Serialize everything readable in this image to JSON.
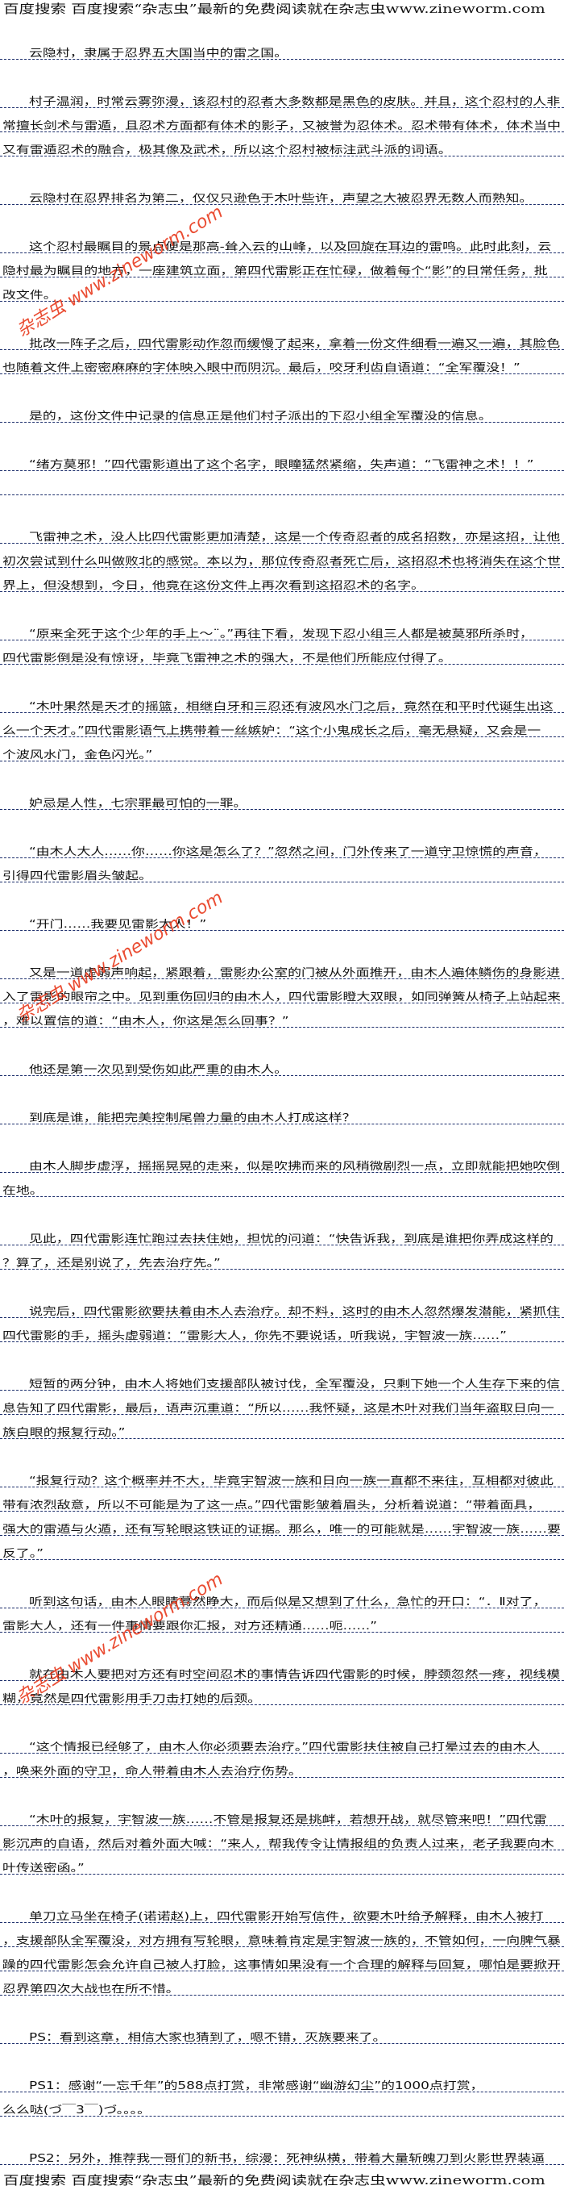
{
  "banner": "百度搜索 百度搜索“杂志虫”最新的免费阅读就在杂志虫www.zineworm.com",
  "watermark": "杂志虫 www.zineworm.com",
  "colors": {
    "rule": "#1b2d6b",
    "watermark": "#e8391c"
  },
  "paragraphs": [
    [
      "云隐村，隶属于忍界五大国当中的雷之国。"
    ],
    [
      "村子温润，时常云雾弥漫，该忍村的忍者大多数都是黑色的皮肤。并且，这个忍村的人非",
      "常擅长剑术与雷遁，且忍术方面都有体术的影子，又被誉为忍体术。忍术带有体术，体术当中",
      "又有雷遁忍术的融合，极其像及武术，所以这个忍村被标注武斗派的词语。"
    ],
    [
      "云隐村在忍界排名为第二，仅仅只逊色于木叶些许，声望之大被忍界无数人而熟知。"
    ],
    [
      "这个忍村最瞩目的景点便是那高-耸入云的山峰，以及回旋在耳边的雷鸣。此时此刻，云",
      "隐村最为瞩目的地方，一座建筑立面，第四代雷影正在忙碌，做着每个“影”的日常任务，批",
      "改文件。"
    ],
    [
      "批改一阵子之后，四代雷影动作忽而缓慢了起来，拿着一份文件细看一遍又一遍，其脸色",
      "也随着文件上密密麻麻的字体映入眼中而阴沉。最后，咬牙利齿自语道：“全军覆没！”"
    ],
    [
      "是的，这份文件中记录的信息正是他们村子派出的下忍小组全军覆没的信息。"
    ],
    [
      "“绪方莫邪！”四代雷影道出了这个名字，眼瞳猛然紧缩，失声道：“飞雷神之术！！”",
      ""
    ],
    [
      "飞雷神之术，没人比四代雷影更加清楚，这是一个传奇忍者的成名招数，亦是这招，让他",
      "初次尝试到什么叫做败北的感觉。本以为，那位传奇忍者死亡后，这招忍术也将消失在这个世",
      "界上，但没想到，今日，他竟在这份文件上再次看到这招忍术的名字。"
    ],
    [
      "“原来全死于这个少年的手上～¨。”再往下看，发现下忍小组三人都是被莫邪所杀时，",
      "四代雷影倒是没有惊讶，毕竟飞雷神之术的强大，不是他们所能应付得了。"
    ],
    [
      "“木叶果然是天才的摇篮，相继白牙和三忍还有波风水门之后，竟然在和平时代诞生出这",
      "么一个天才。”四代雷影语气上携带着一丝嫉妒：“这个小鬼成长之后，毫无悬疑，又会是一",
      "个波风水门，金色闪光。”"
    ],
    [
      "妒忌是人性，七宗罪最可怕的一罪。"
    ],
    [
      "“由木人大人……你……你这是怎么了？”忽然之间，门外传来了一道守卫惊慌的声音，",
      "引得四代雷影眉头皱起。"
    ],
    [
      "“开门……我要见雷影大人！”"
    ],
    [
      "又是一道虚弱声响起，紧跟着，雷影办公室的门被从外面推开，由木人遍体鳞伤的身影进",
      "入了雷影的眼帘之中。见到重伤回归的由木人，四代雷影瞪大双眼，如同弹簧从椅子上站起来",
      "，难以置信的道：“由木人，你这是怎么回事？”"
    ],
    [
      "他还是第一次见到受伤如此严重的由木人。"
    ],
    [
      "到底是谁，能把完美控制尾兽力量的由木人打成这样？"
    ],
    [
      "由木人脚步虚浮，摇摇晃晃的走来，似是吹拂而来的风稍微剧烈一点，立即就能把她吹倒",
      "在地。"
    ],
    [
      "见此，四代雷影连忙跑过去扶住她，担忧的问道：“快告诉我，到底是谁把你弄成这样的",
      "？算了，还是别说了，先去治疗先。”"
    ],
    [
      "说完后，四代雷影欲要扶着由木人去治疗。却不料，这时的由木人忽然爆发潜能，紧抓住",
      "四代雷影的手，摇头虚弱道：“雷影大人，你先不要说话，听我说，宇智波一族……”"
    ],
    [
      "短暂的两分钟，由木人将她们支援部队被讨伐，全军覆没，只剩下她一个人生存下来的信",
      "息告知了四代雷影，最后，语声沉重道：“所以……我怀疑，这是木叶对我们当年盗取日向一",
      "族白眼的报复行动。”"
    ],
    [
      "“报复行动？这个概率并不大，毕竟宇智波一族和日向一族一直都不来往，互相都对彼此",
      "带有浓烈敌意，所以不可能是为了这一点。”四代雷影皱着眉头，分析着说道：“带着面具，",
      "强大的雷遁与火遁，还有写轮眼这铁证的证据。那么，唯一的可能就是……宇智波一族……要",
      "反了。”"
    ],
    [
      "听到这句话，由木人眼睛蓦然睁大，而后似是又想到了什么，急忙的开口：“．Ⅱ对了，",
      "雷影大人，还有一件事情要跟你汇报，对方还精通……呃……”"
    ],
    [
      "就在由木人要把对方还有时空间忍术的事情告诉四代雷影的时候，脖颈忽然一疼，视线模",
      "糊，竟然是四代雷影用手刀击打她的后颈。"
    ],
    [
      "“这个情报已经够了，由木人你必须要去治疗。”四代雷影扶住被自己打晕过去的由木人",
      "，唤来外面的守卫，命人带着由木人去治疗伤势。"
    ],
    [
      "“木叶的报复，宇智波一族……不管是报复还是挑衅，若想开战，就尽管来吧！”四代雷",
      "影沉声的自语，然后对着外面大喊：“来人，帮我传令让情报组的负责人过来，老子我要向木",
      "叶传送密函。”"
    ],
    [
      "单刀立马坐在椅子(诺诺赵)上，四代雷影开始写信件，欲要木叶给予解释，由木人被打",
      "，支援部队全军覆没，对方拥有写轮眼，意味着肯定是宇智波一族的，不管如何，一向脾气暴",
      "躁的四代雷影怎会允许自己被人打脸，这事情如果没有一个合理的解释与回复，哪怕是要掀开",
      "忍界第四次大战也在所不惜。"
    ],
    [
      "PS：看到这章，相信大家也猜到了，嗯不错，灭族要来了。"
    ],
    [
      "PS1：感谢“一忘千年”的588点打赏，非常感谢“幽游幻尘”的1000点打赏，",
      "么么哒(づ￣3￣)づ。。。。"
    ],
    [
      "PS2：另外，推荐我一哥们的新书，综漫：死神纵横，带着大量斩魄刀到火影世界装逼"
    ]
  ]
}
